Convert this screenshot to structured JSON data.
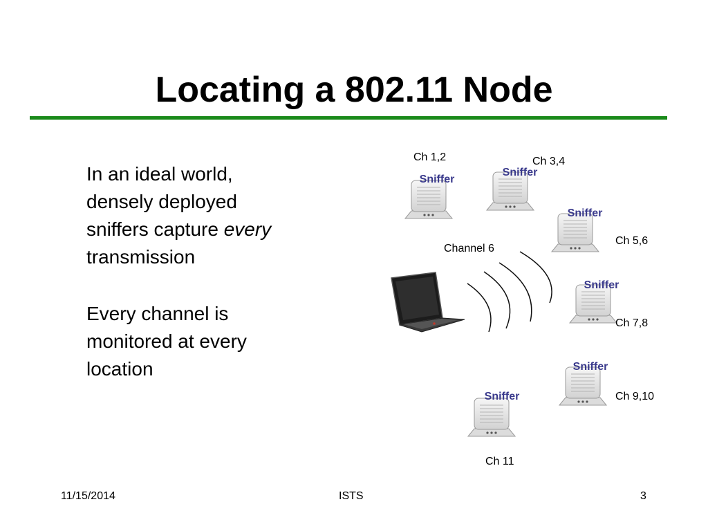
{
  "slide": {
    "title": "Locating a 802.11 Node",
    "bullets": [
      {
        "before": "In an ideal world, densely deployed sniffers capture ",
        "emphasis": "every",
        "after": " transmission"
      },
      {
        "text": "Every channel is monitored at every location"
      }
    ],
    "diagram": {
      "sniffer_label": "Sniffer",
      "channel_label": "Channel 6",
      "sniffers": [
        {
          "channel": "Ch 1,2"
        },
        {
          "channel": "Ch 3,4"
        },
        {
          "channel": "Ch 5,6"
        },
        {
          "channel": "Ch 7,8"
        },
        {
          "channel": "Ch 9,10"
        },
        {
          "channel": "Ch 11"
        }
      ]
    },
    "footer": {
      "date": "11/15/2014",
      "center": "ISTS",
      "page": "3"
    },
    "colors": {
      "rule": "#1a8a1a",
      "sniffer_text": "#3a3a8c"
    }
  }
}
